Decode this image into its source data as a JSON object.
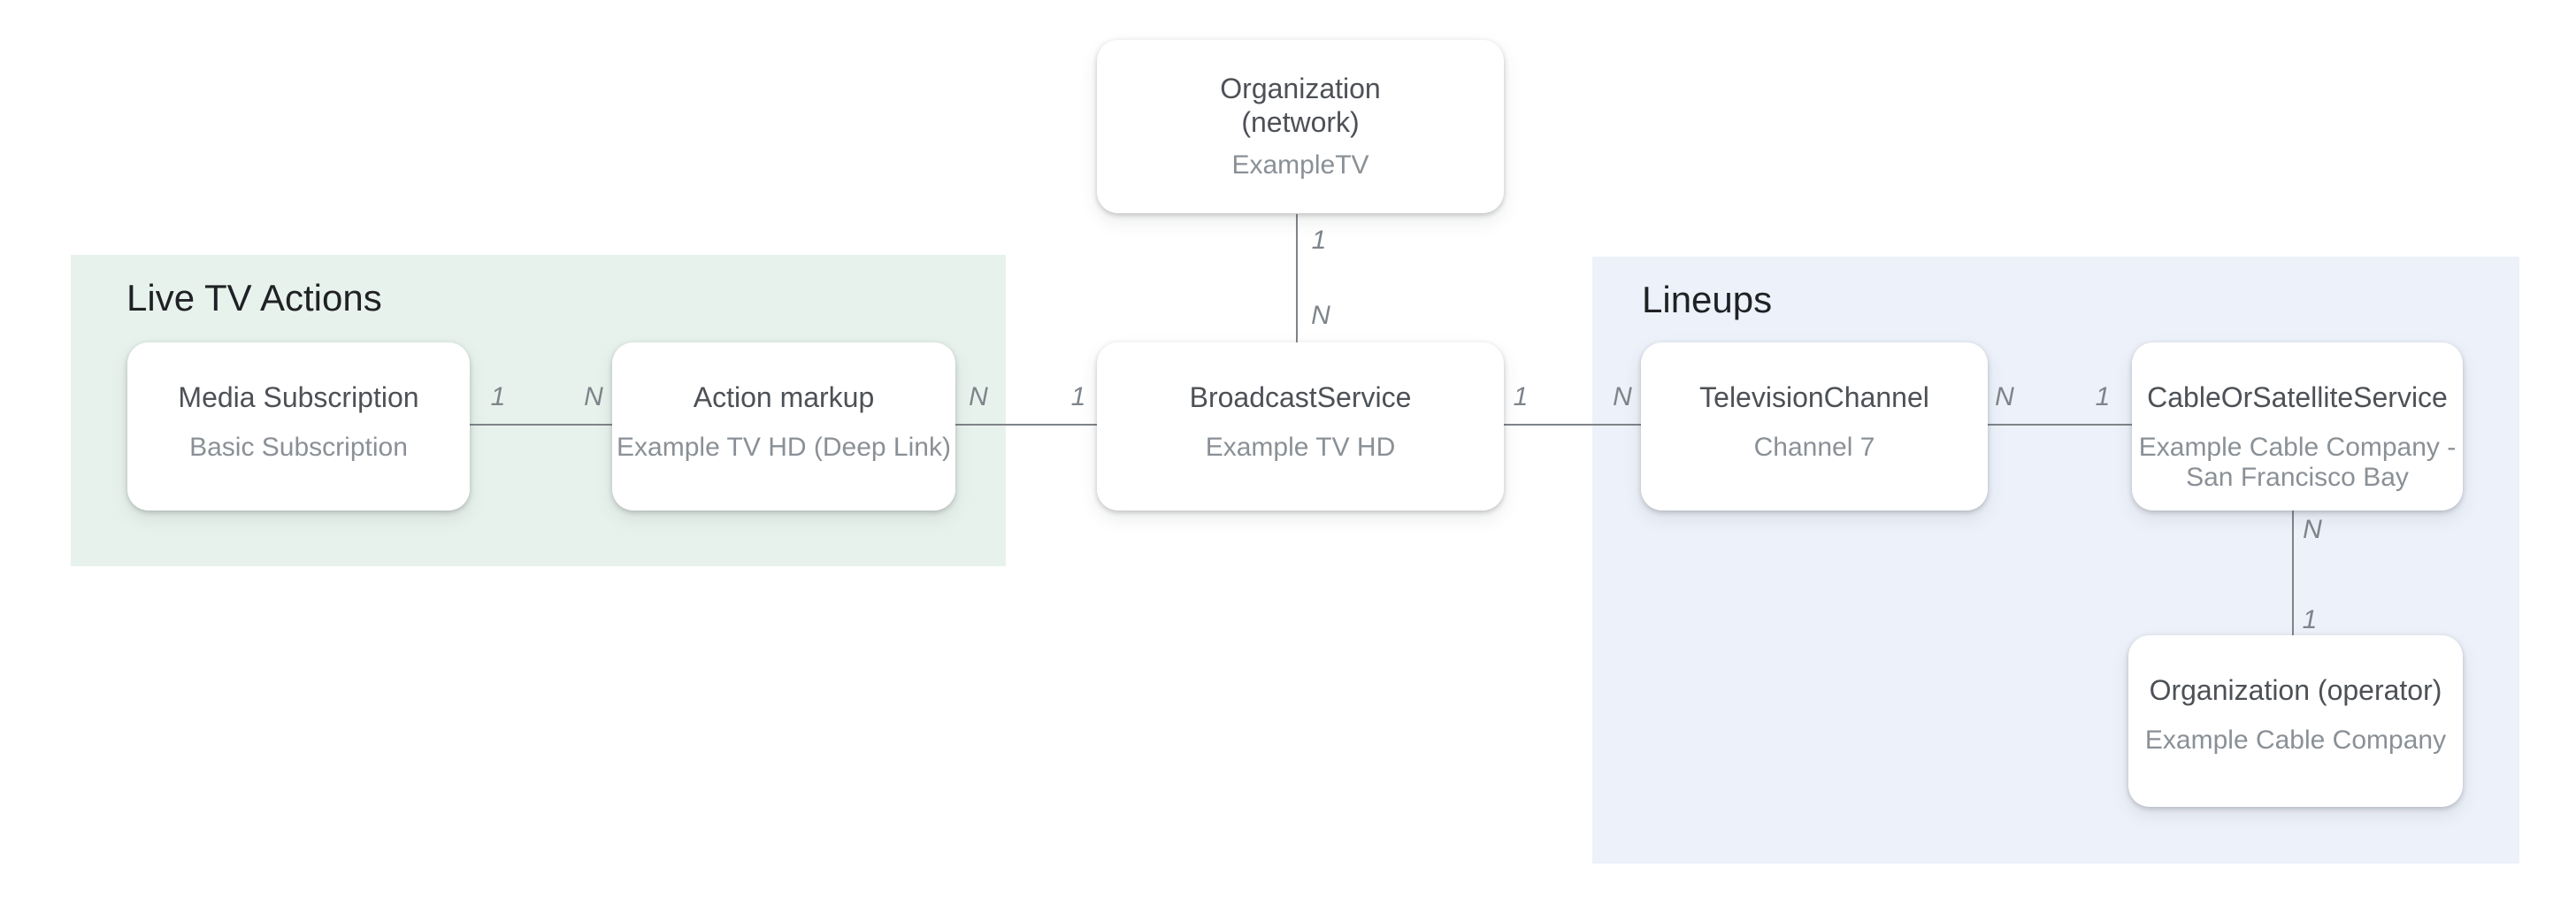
{
  "diagram": {
    "groups": {
      "live_tv_actions": {
        "label": "Live TV Actions",
        "bg_color": "#e8f2ec"
      },
      "lineups": {
        "label": "Lineups",
        "bg_color": "#edf1fa"
      }
    },
    "nodes": {
      "organization_network": {
        "title_line1": "Organization",
        "title_line2": "(network)",
        "subtitle": "ExampleTV"
      },
      "media_subscription": {
        "title": "Media Subscription",
        "subtitle": "Basic Subscription"
      },
      "action_markup": {
        "title": "Action markup",
        "subtitle": "Example TV HD (Deep Link)"
      },
      "broadcast_service": {
        "title": "BroadcastService",
        "subtitle": "Example TV HD"
      },
      "television_channel": {
        "title": "TelevisionChannel",
        "subtitle": "Channel 7"
      },
      "cable_or_satellite_service": {
        "title": "CableOrSatelliteService",
        "subtitle_line1": "Example Cable Company -",
        "subtitle_line2": "San Francisco Bay"
      },
      "organization_operator": {
        "title": "Organization (operator)",
        "subtitle": "Example Cable Company"
      }
    },
    "edges": {
      "network_to_broadcast": {
        "start_label": "1",
        "end_label": "N"
      },
      "media_subscription_to_action_markup": {
        "start_label": "1",
        "end_label": "N"
      },
      "action_markup_to_broadcast": {
        "start_label": "N",
        "end_label": "1"
      },
      "broadcast_to_television_channel": {
        "start_label": "1",
        "end_label": "N"
      },
      "television_channel_to_cable": {
        "start_label": "N",
        "end_label": "1"
      },
      "cable_to_operator": {
        "start_label": "N",
        "end_label": "1"
      }
    },
    "colors": {
      "canvas_bg": "#ffffff",
      "green_group_bg": "#e8f2ec",
      "blue_group_bg": "#edf1fa",
      "node_bg": "#ffffff",
      "node_title_text": "#4d5156",
      "node_subtitle_text": "#8a9096",
      "group_label_text": "#1f2124",
      "connector_line": "#7f8489",
      "cardinality_text": "#7e848a"
    }
  }
}
